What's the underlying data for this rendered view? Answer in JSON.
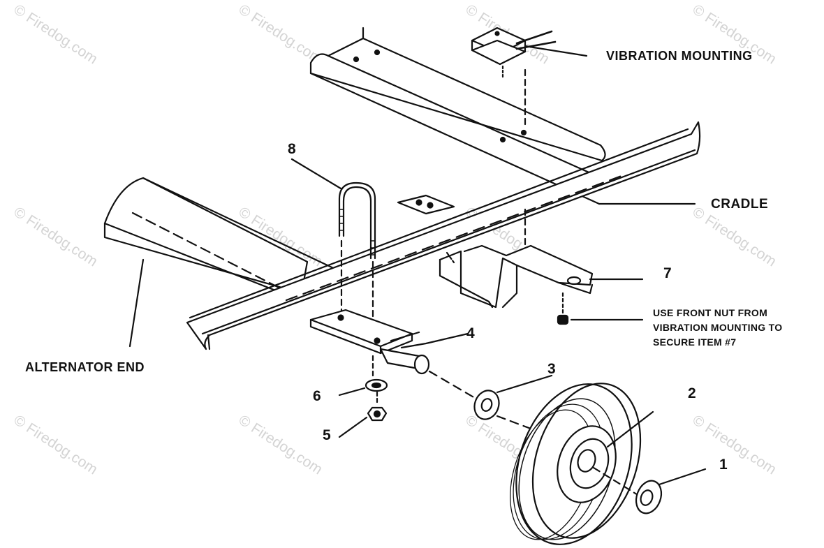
{
  "watermark": "© Firedog.com",
  "labels": {
    "vibration_mounting": "VIBRATION MOUNTING",
    "cradle": "CRADLE",
    "alternator_end": "ALTERNATOR END",
    "note_line1": "USE FRONT NUT FROM",
    "note_line2": "VIBRATION MOUNTING TO",
    "note_line3": "SECURE ITEM  #7"
  },
  "callouts": {
    "item1": "1",
    "item2": "2",
    "item3": "3",
    "item4": "4",
    "item5": "5",
    "item6": "6",
    "item7": "7",
    "item8": "8"
  },
  "colors": {
    "ink": "#111111",
    "watermark": "#d4d4d4",
    "background": "#ffffff"
  }
}
